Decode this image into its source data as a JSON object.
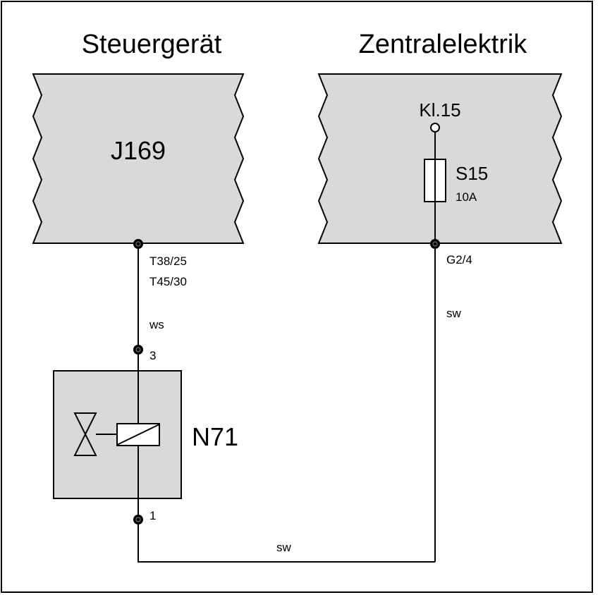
{
  "sections": {
    "left_title": "Steuergerät",
    "right_title": "Zentralelektrik"
  },
  "control_unit": {
    "label": "J169"
  },
  "central_electrics": {
    "terminal_label": "Kl.15",
    "fuse_label": "S15",
    "fuse_rating": "10A",
    "connector": "G2/4"
  },
  "wires": {
    "j169_pin_a": "T38/25",
    "j169_pin_b": "T45/30",
    "j169_to_valve_color": "ws",
    "central_to_valve_color": "sw",
    "bottom_wire_color": "sw"
  },
  "valve": {
    "label": "N71",
    "pin_top": "3",
    "pin_bottom": "1"
  },
  "colors": {
    "block_fill": "#d9d9d9",
    "line": "#000000",
    "background": "#ffffff"
  }
}
